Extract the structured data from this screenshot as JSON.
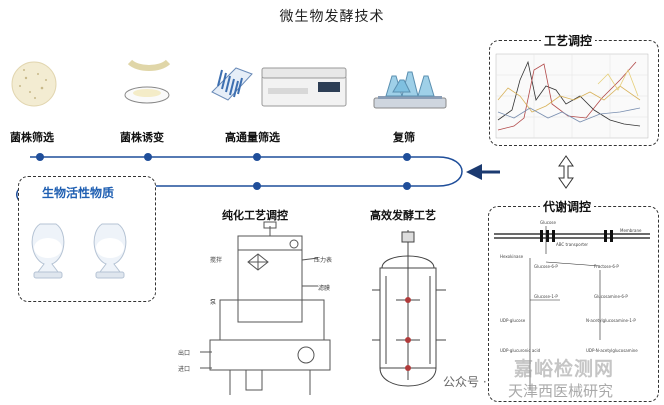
{
  "title": "微生物发酵技术",
  "steps": {
    "s1": "菌株筛选",
    "s2": "菌株诱变",
    "s3": "高通量筛选",
    "s4": "复筛",
    "s5": "纯化工艺调控",
    "s6": "高效发酵工艺"
  },
  "bio_box": {
    "title": "生物活性物质"
  },
  "process_panel": {
    "title": "工艺调控"
  },
  "metabolic_panel": {
    "title": "代谢调控",
    "labels": {
      "glucose": "Glucose",
      "abc": "ABC transporter",
      "membrane": "Membrane",
      "hexokinase": "Hexokinase",
      "g6p": "Glucose-6-P",
      "g1p": "Glucose-1-P",
      "f6p": "Fructose-6-P",
      "gln6p": "Glucosamine-6-P",
      "udp_glc": "UDP-glucose",
      "udp_glcua": "UDP-glucuronic acid",
      "nag1p": "N-acetylglucosamine-1-P",
      "udp_glcnac": "UDP-N-acetylglucosamine"
    }
  },
  "purification_labels": {
    "l1": "搅拌",
    "l2": "压力表",
    "l3": "泵",
    "l4": "滤膜",
    "l5": "出口",
    "l6": "进口"
  },
  "watermark": {
    "wechat": "公众号 ·",
    "brand": "嘉峪检测网",
    "name": "天津西医械研究"
  },
  "colors": {
    "timeline": "#1f4e9a",
    "arrow": "#1b3a70",
    "accent": "#1f5fb2"
  }
}
